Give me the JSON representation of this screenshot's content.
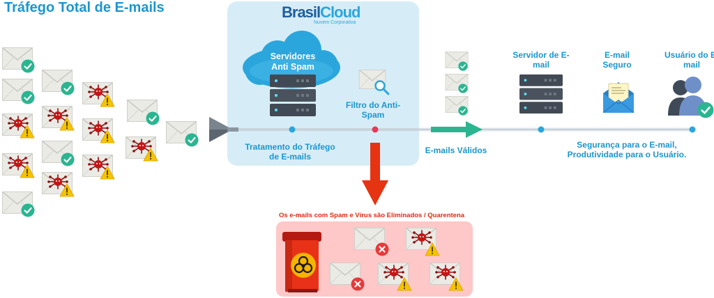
{
  "title": "Tráfego Total de E-mails",
  "brand": {
    "name_part1": "Brasil",
    "name_part2": "Cloud",
    "tagline": "Nuvem Corporativa"
  },
  "cloud_label": "Servidores Anti Spam",
  "filter_label": "Filtro do Anti-Spam",
  "treatment_label": "Tratamento do Tráfego de E-mails",
  "valid_label": "E-mails Válidos",
  "server_label": "Servidor de E-mail",
  "secure_label": "E-mail Seguro",
  "user_label": "Usuário do E-mail",
  "benefit_label": "Segurança para o E-mail, Produtividade para o Usuário.",
  "eliminated_label": "Os e-mails com Spam e Vírus são  Eliminados / Quarentena",
  "colors": {
    "accent_blue": "#1b96cf",
    "alert_red": "#e02a14",
    "valid_green": "#2bb590",
    "warning_yellow": "#f5c400",
    "panel_blue": "#d6edf7",
    "quarantine_pink": "#ffc8c8"
  },
  "icons": [
    "envelope-icon",
    "check-badge-icon",
    "virus-icon",
    "warning-icon",
    "server-icon",
    "cloud-icon",
    "magnifier-icon",
    "biohazard-bin-icon",
    "users-icon",
    "x-badge-icon"
  ]
}
